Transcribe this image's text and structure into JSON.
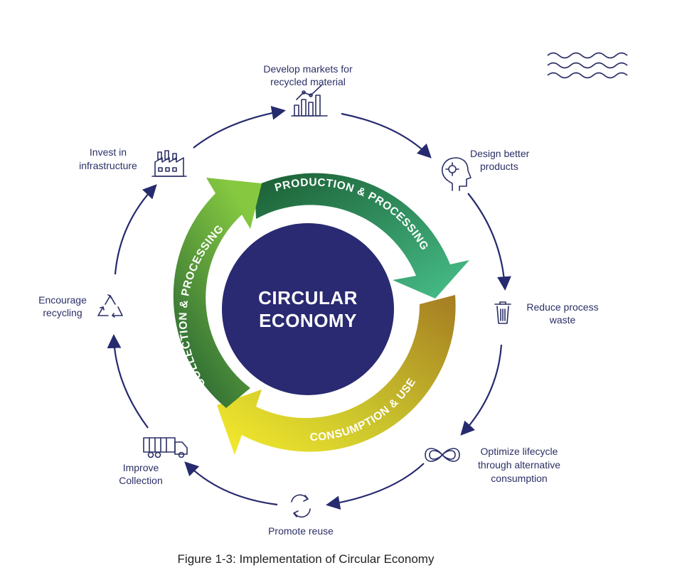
{
  "center": {
    "line1": "CIRCULAR",
    "line2": "ECONOMY"
  },
  "arcs": {
    "production": "PRODUCTION & PROCESSING",
    "consumption": "CONSUMPTION & USE",
    "collection": "COLLECTION & PROCESSING"
  },
  "steps": {
    "develop_markets": {
      "line1": "Develop markets for",
      "line2": "recycled material"
    },
    "design_better": {
      "line1": "Design better",
      "line2": "products"
    },
    "reduce_waste": {
      "line1": "Reduce process",
      "line2": "waste"
    },
    "optimize": {
      "line1": "Optimize lifecycle",
      "line2": "through alternative",
      "line3": "consumption"
    },
    "promote_reuse": {
      "line1": "Promote reuse"
    },
    "improve_collection": {
      "line1": "Improve",
      "line2": "Collection"
    },
    "encourage_recycling": {
      "line1": "Encourage",
      "line2": "recycling"
    },
    "invest_infrastructure": {
      "line1": "Invest in",
      "line2": "infrastructure"
    }
  },
  "caption": "Figure 1-3: Implementation of Circular Economy",
  "colors": {
    "navy": "#262a6e",
    "dark_green": "#1e6b3a",
    "teal_green": "#3db47f",
    "light_green": "#7cc242",
    "gold": "#b48a28",
    "yellow": "#f2e82a"
  }
}
